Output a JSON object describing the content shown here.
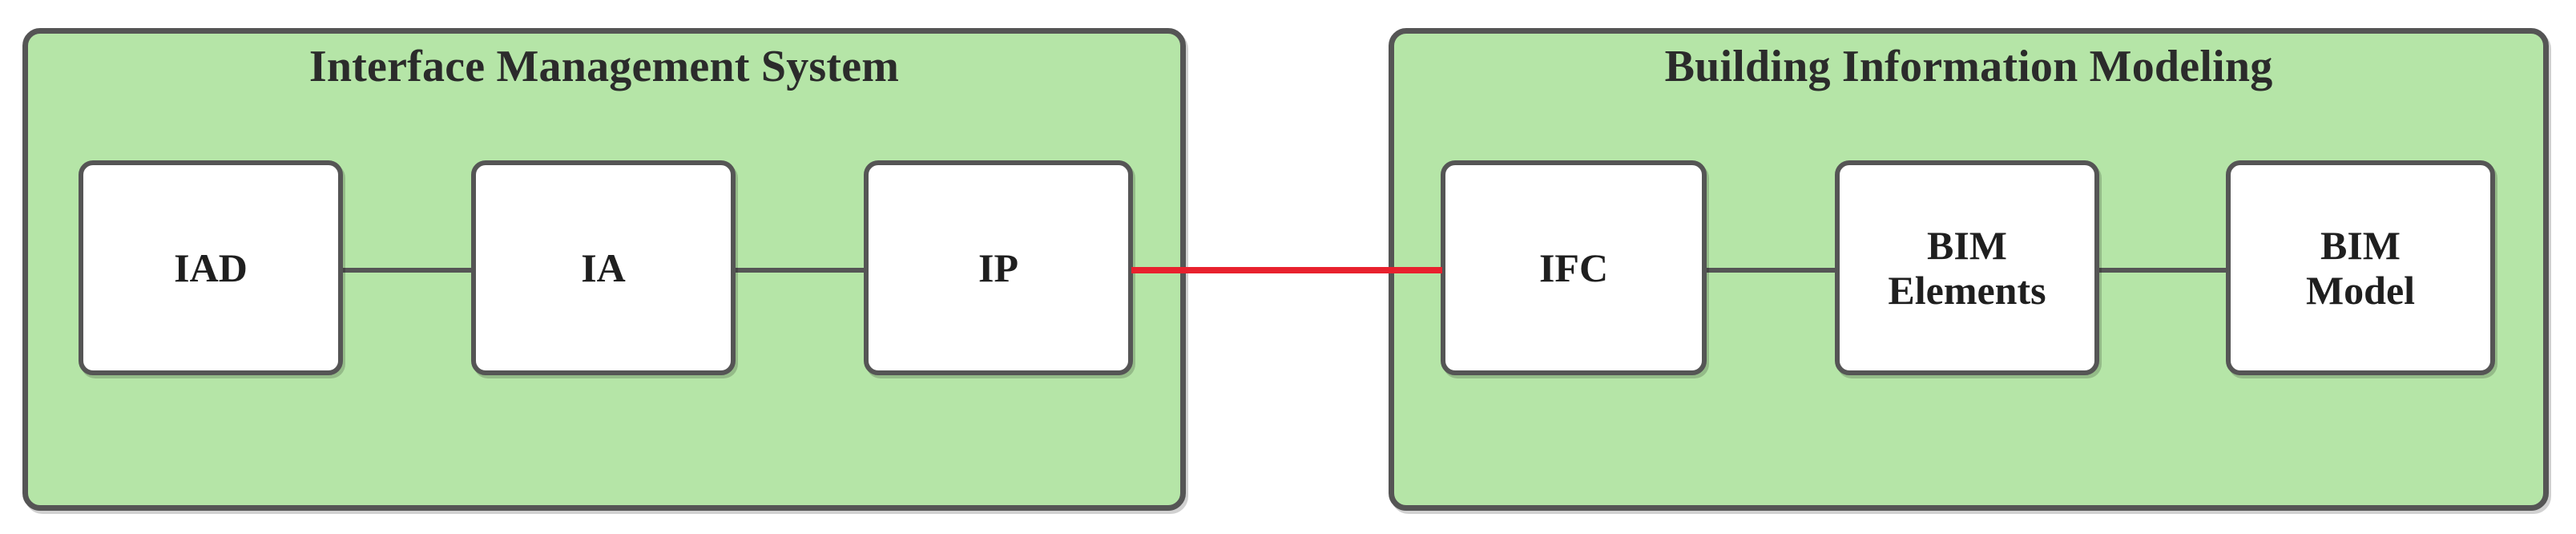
{
  "diagram": {
    "type": "block-diagram",
    "background_color": "#ffffff",
    "panel_fill_color": "#b5e5a7",
    "panel_border_color": "#555555",
    "node_fill_color": "#ffffff",
    "node_border_color": "#555555",
    "connector_color": "#555555",
    "cross_link_color": "#e8212e"
  },
  "panels": [
    {
      "id": "interface-management-system",
      "title": "Interface Management System",
      "nodes": [
        {
          "id": "iad",
          "label": "IAD",
          "lines": [
            "IAD"
          ]
        },
        {
          "id": "ia",
          "label": "IA",
          "lines": [
            "IA"
          ]
        },
        {
          "id": "ip",
          "label": "IP",
          "lines": [
            "IP"
          ]
        }
      ],
      "connectors": [
        {
          "from": "iad",
          "to": "ia"
        },
        {
          "from": "ia",
          "to": "ip"
        }
      ]
    },
    {
      "id": "building-information-modeling",
      "title": "Building Information Modeling",
      "nodes": [
        {
          "id": "ifc",
          "label": "IFC",
          "lines": [
            "IFC"
          ]
        },
        {
          "id": "bim-elements",
          "label": "BIM Elements",
          "lines": [
            "BIM",
            "Elements"
          ]
        },
        {
          "id": "bim-model",
          "label": "BIM Model",
          "lines": [
            "BIM",
            "Model"
          ]
        }
      ],
      "connectors": [
        {
          "from": "ifc",
          "to": "bim-elements"
        },
        {
          "from": "bim-elements",
          "to": "bim-model"
        }
      ]
    }
  ],
  "cross_links": [
    {
      "from": "ip",
      "to": "ifc",
      "color": "#e8212e"
    }
  ]
}
